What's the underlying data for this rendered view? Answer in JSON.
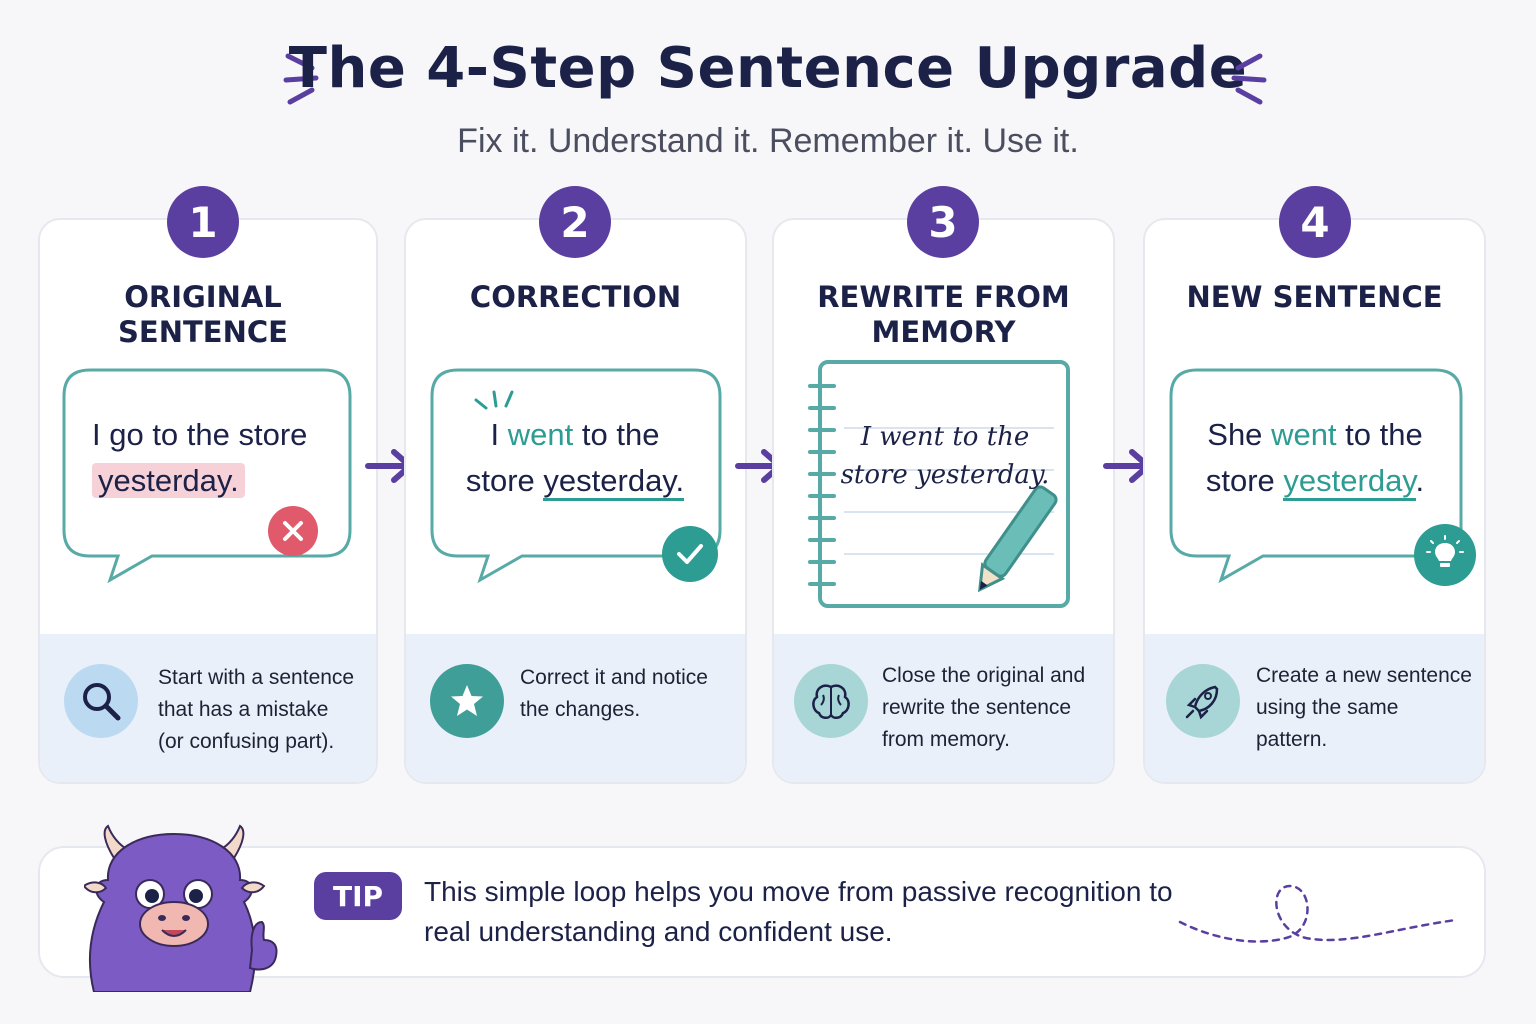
{
  "header": {
    "title": "The 4-Step Sentence Upgrade",
    "subtitle": "Fix it. Understand it. Remember it. Use it."
  },
  "steps": [
    {
      "number": "1",
      "title_line1": "ORIGINAL",
      "title_line2": "SENTENCE",
      "sentence_a": "I go to the store",
      "sentence_b": "yesterday.",
      "status_icon": "x-mark-icon",
      "desc_line1": "Start with a sentence",
      "desc_line2": "that has a mistake",
      "desc_line3": "(or confusing part).",
      "icon": "magnifier-icon"
    },
    {
      "number": "2",
      "title_line1": "CORRECTION",
      "sentence_a": "I",
      "sentence_highlight": "went",
      "sentence_b": "to the",
      "sentence_c": "store",
      "sentence_d": "yesterday.",
      "status_icon": "check-icon",
      "desc_line1": "Correct it and notice",
      "desc_line2": "the changes.",
      "icon": "star-icon"
    },
    {
      "number": "3",
      "title_line1": "REWRITE FROM",
      "title_line2": "MEMORY",
      "note_line1": "I went to the",
      "note_line2": "store yesterday.",
      "desc_line1": "Close the original and",
      "desc_line2": "rewrite the sentence",
      "desc_line3": "from memory.",
      "icon": "brain-icon"
    },
    {
      "number": "4",
      "title_line1": "NEW SENTENCE",
      "sentence_a": "She",
      "sentence_highlight": "went",
      "sentence_b": "to the",
      "sentence_c": "store",
      "sentence_d": "yesterday",
      "sentence_e": ".",
      "status_icon": "lightbulb-icon",
      "desc_line1": "Create a new sentence",
      "desc_line2": "using the same",
      "desc_line3": "pattern.",
      "icon": "rocket-icon"
    }
  ],
  "tip": {
    "label": "TIP",
    "line1": "This simple loop helps you move from passive recognition to",
    "line2": "real understanding and confident use."
  },
  "colors": {
    "purple": "#5a3fa0",
    "teal": "#2d9c92",
    "red": "#e05a6c",
    "navy": "#1b2147",
    "panel_blue": "#eaf0fa"
  }
}
